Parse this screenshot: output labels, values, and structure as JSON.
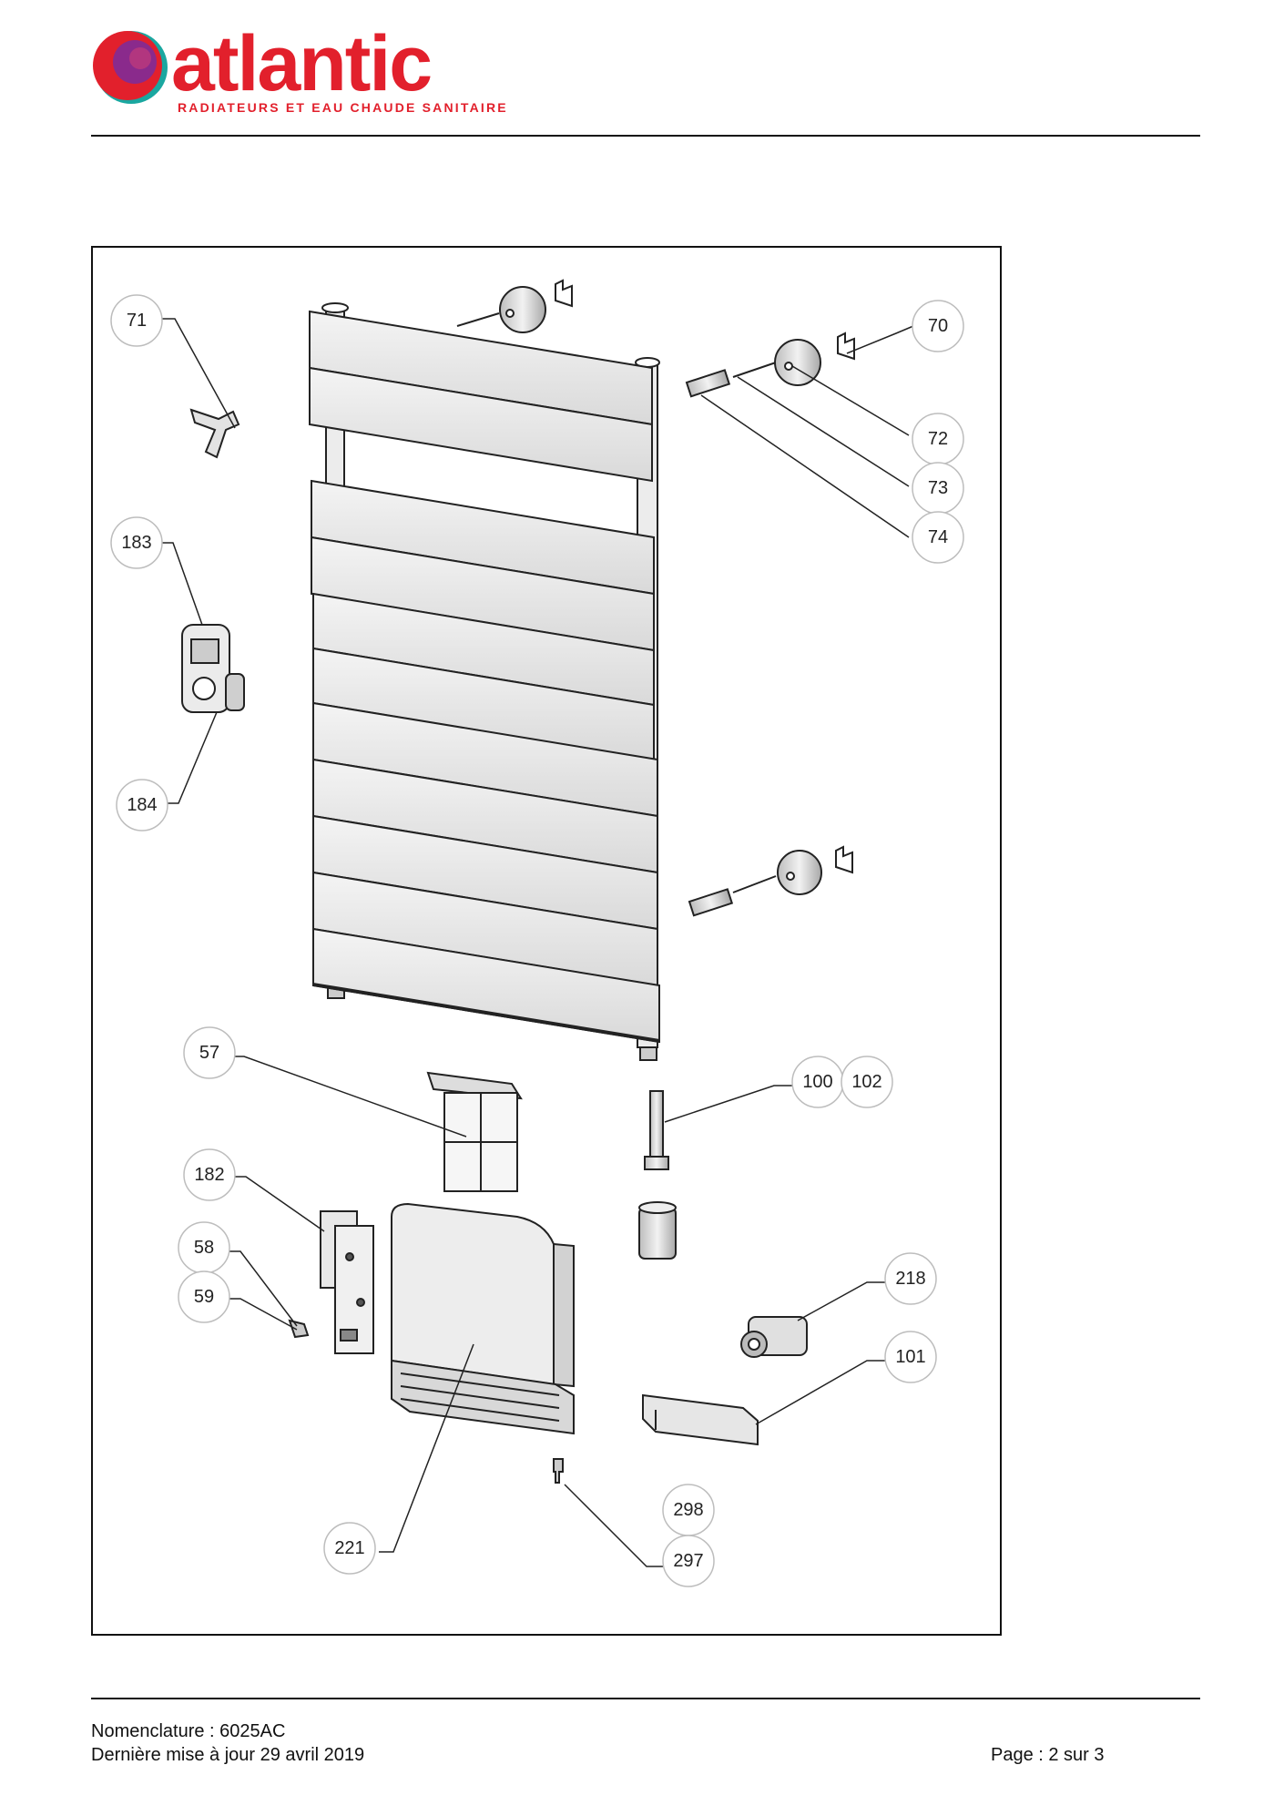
{
  "brand": {
    "name": "atlantic",
    "tagline": "RADIATEURS ET EAU CHAUDE SANITAIRE",
    "colors": {
      "red": "#e2202c",
      "purple": "#8a2a8c",
      "teal": "#1aa7a0"
    }
  },
  "callouts": {
    "c71": "71",
    "c70": "70",
    "c72": "72",
    "c73": "73",
    "c74": "74",
    "c183": "183",
    "c184": "184",
    "c57": "57",
    "c100": "100",
    "c102": "102",
    "c182": "182",
    "c58": "58",
    "c59": "59",
    "c218": "218",
    "c101": "101",
    "c298": "298",
    "c297": "297",
    "c221": "221"
  },
  "footer": {
    "nomenclature": "Nomenclature : 6025AC",
    "update": "Dernière mise à jour 29 avril 2019",
    "page": "Page : 2 sur 3"
  }
}
